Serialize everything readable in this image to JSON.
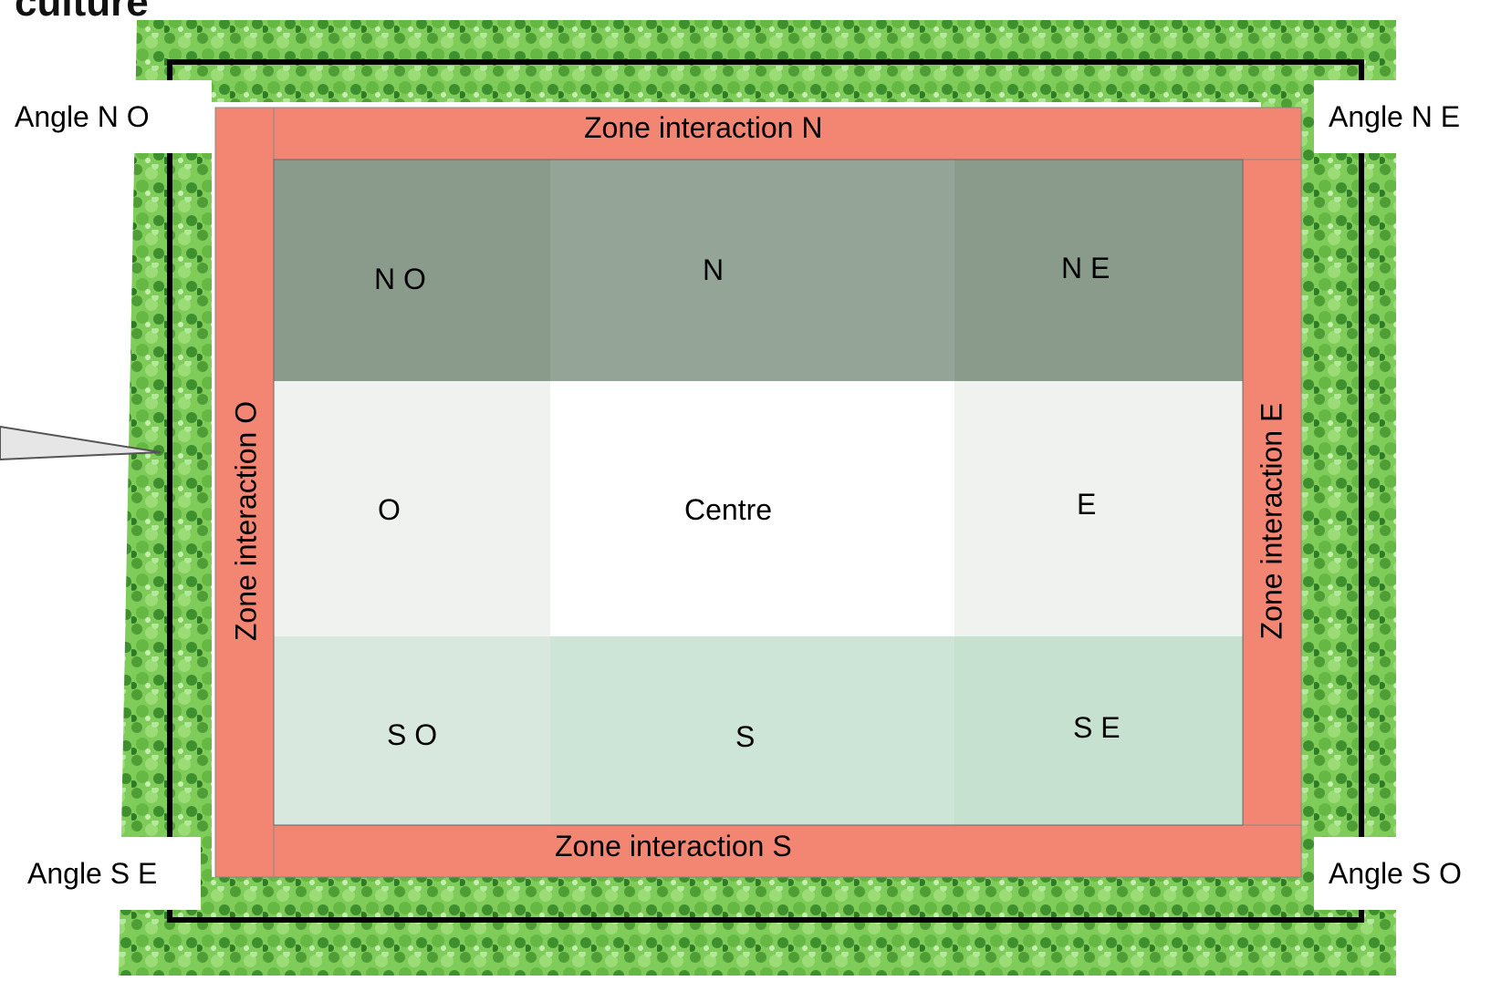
{
  "title_fragment": "culture",
  "corners": {
    "north_west": "Angle N O",
    "north_east": "Angle N E",
    "south_west": "Angle S E",
    "south_east": "Angle S O"
  },
  "interaction_zones": {
    "north": "Zone interaction  N",
    "south": "Zone interaction  S",
    "west": "Zone interaction  O",
    "east": "Zone interaction  E"
  },
  "cells": {
    "nw": "N O",
    "n": "N",
    "ne": "N E",
    "w": "O",
    "center": "Centre",
    "e": "E",
    "sw": "S O",
    "s": "S",
    "se": "S E"
  },
  "colors": {
    "hedge_light": "#8fd46a",
    "hedge_dark": "#3e8f2e",
    "frame": "#000000",
    "interaction_zone": "#f38672",
    "north_row_a": "#8a9b8c",
    "north_row_b": "#94a597",
    "middle_side": "#f0f2ef",
    "middle_center": "#ffffff",
    "south_row_a": "#d9e8de",
    "south_row_b": "#cde5d6",
    "south_row_c": "#c6e1cf"
  }
}
